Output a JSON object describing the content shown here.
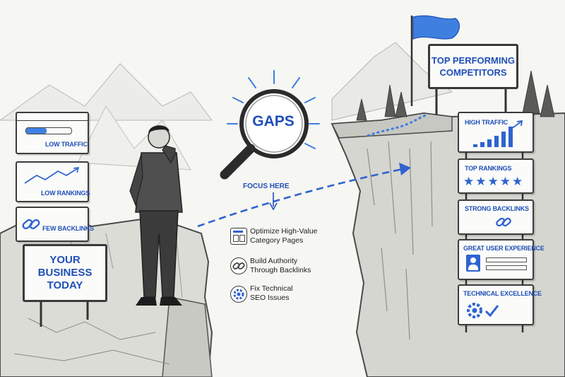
{
  "current_state": {
    "cards": [
      {
        "label": "LOW TRAFFIC",
        "icon": "progress-bar-icon",
        "progress": 0.45
      },
      {
        "label": "LOW RANKINGS",
        "icon": "line-graph-icon"
      },
      {
        "label": "FEW BACKLINKS",
        "icon": "chain-link-icon"
      }
    ],
    "sign_lines": [
      "YOUR",
      "BUSINESS",
      "TODAY"
    ]
  },
  "gap": {
    "magnifier_label": "GAPS",
    "focus_label": "FOCUS HERE",
    "actions": [
      {
        "line1": "Optimize High-Value",
        "line2": "Category Pages",
        "icon": "webpage-icon"
      },
      {
        "line1": "Build Authority",
        "line2": "Through Backlinks",
        "icon": "chain-link-icon"
      },
      {
        "line1": "Fix Technical",
        "line2": "SEO Issues",
        "icon": "gear-icon"
      }
    ]
  },
  "competitors": {
    "sign_lines": [
      "TOP PERFORMING",
      "COMPETITORS"
    ],
    "cards": [
      {
        "label": "HIGH TRAFFIC",
        "icon": "bar-chart-icon"
      },
      {
        "label": "TOP RANKINGS",
        "icon": "stars-icon",
        "stars": 5
      },
      {
        "label": "STRONG BACKLINKS",
        "icon": "chain-link-icon"
      },
      {
        "label": "GREAT USER EXPERIENCE",
        "icon": "user-profile-icon"
      },
      {
        "label": "TECHNICAL EXCELLENCE",
        "icon": "gear-check-icon"
      }
    ]
  },
  "colors": {
    "accent": "#1f4fb8",
    "accent_light": "#3f7fe0",
    "ink": "#3a3a3a"
  }
}
